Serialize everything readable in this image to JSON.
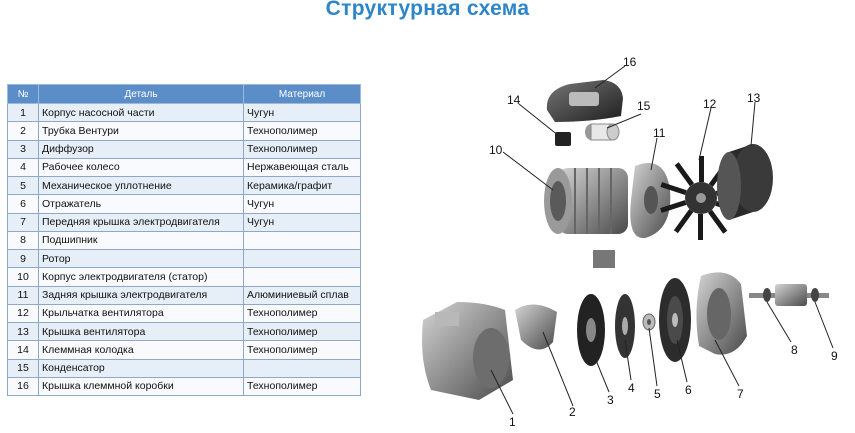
{
  "page": {
    "title": "Структурная схема"
  },
  "table": {
    "headers": {
      "num": "№",
      "part": "Деталь",
      "material": "Материал"
    },
    "rows": [
      {
        "num": "1",
        "part": "Корпус насосной части",
        "material": "Чугун"
      },
      {
        "num": "2",
        "part": "Трубка Вентури",
        "material": "Технополимер"
      },
      {
        "num": "3",
        "part": "Диффузор",
        "material": "Технополимер"
      },
      {
        "num": "4",
        "part": "Рабочее колесо",
        "material": "Нержавеющая сталь"
      },
      {
        "num": "5",
        "part": "Механическое уплотнение",
        "material": "Керамика/графит"
      },
      {
        "num": "6",
        "part": "Отражатель",
        "material": "Чугун"
      },
      {
        "num": "7",
        "part": "Передняя крышка электродвигателя",
        "material": "Чугун"
      },
      {
        "num": "8",
        "part": "Подшипник",
        "material": ""
      },
      {
        "num": "9",
        "part": "Ротор",
        "material": ""
      },
      {
        "num": "10",
        "part": "Корпус электродвигателя (статор)",
        "material": ""
      },
      {
        "num": "11",
        "part": "Задняя крышка электродвигателя",
        "material": "Алюминиевый сплав"
      },
      {
        "num": "12",
        "part": "Крыльчатка вентилятора",
        "material": "Технополимер"
      },
      {
        "num": "13",
        "part": "Крышка вентилятора",
        "material": "Технополимер"
      },
      {
        "num": "14",
        "part": "Клеммная колодка",
        "material": "Технополимер"
      },
      {
        "num": "15",
        "part": "Конденсатор",
        "material": ""
      },
      {
        "num": "16",
        "part": "Крышка клеммной коробки",
        "material": "Технополимер"
      }
    ]
  },
  "diagram": {
    "callouts": [
      "1",
      "2",
      "3",
      "4",
      "5",
      "6",
      "7",
      "8",
      "9",
      "10",
      "11",
      "12",
      "13",
      "14",
      "15",
      "16"
    ]
  }
}
